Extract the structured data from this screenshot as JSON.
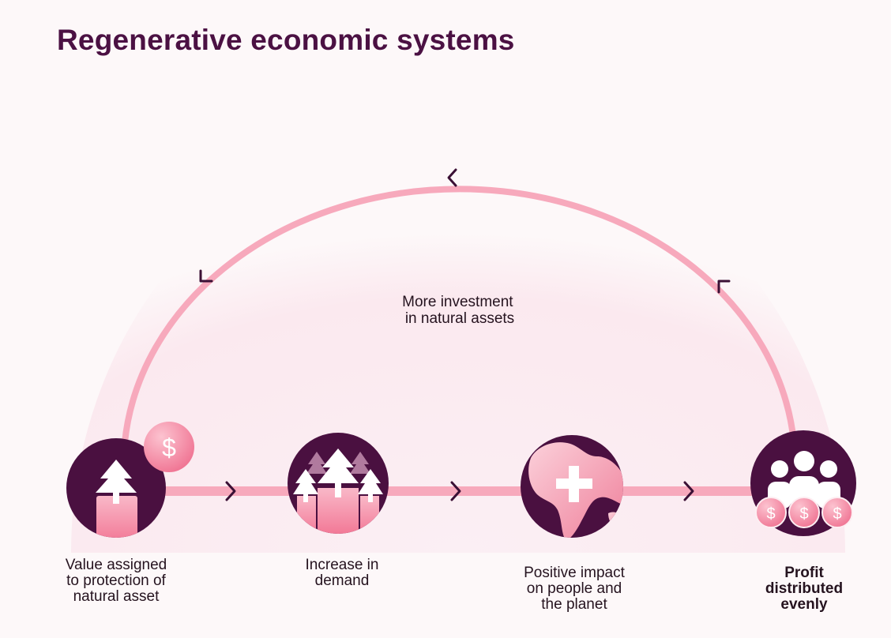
{
  "title": "Regenerative economic systems",
  "arc_label": [
    "More investment",
    "in natural assets"
  ],
  "steps": [
    {
      "lines": [
        "Value assigned",
        "to protection of",
        "natural asset"
      ],
      "icon": "tree-dollar-icon",
      "bold": false
    },
    {
      "lines": [
        "Increase in",
        "demand"
      ],
      "icon": "forest-icon",
      "bold": false
    },
    {
      "lines": [
        "Positive impact",
        "on people and",
        "the planet"
      ],
      "icon": "globe-plus-icon",
      "bold": false
    },
    {
      "lines": [
        "Profit",
        "distributed",
        "evenly"
      ],
      "icon": "people-dollars-icon",
      "bold": true
    }
  ],
  "badge_symbol": "$",
  "colors": {
    "title": "#4b1143",
    "circle": "#4a1040",
    "track": "#f7a9bc",
    "accent": "#f4839e"
  }
}
